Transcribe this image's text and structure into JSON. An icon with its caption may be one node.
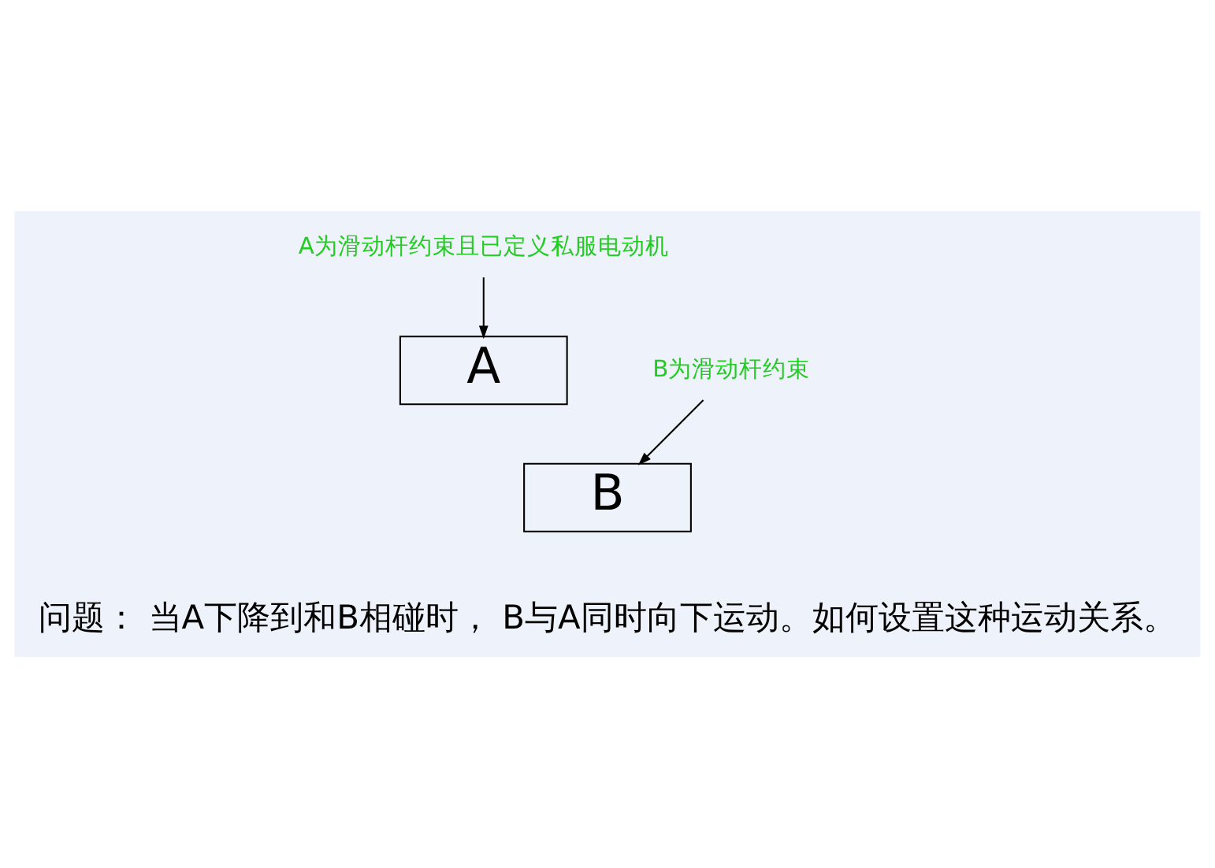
{
  "diagram": {
    "nodes": [
      {
        "text": [
          "A为滑动杆约束且已定义私服电动机"
        ]
      },
      {
        "text": [
          "A"
        ]
      },
      {
        "text": [
          "B为滑动杆约束"
        ]
      },
      {
        "text": [
          "B"
        ]
      }
    ],
    "edges": [
      {
        "from": 0,
        "to": 1,
        "arrow": "to"
      },
      {
        "from": 2,
        "to": 3,
        "arrow": "to"
      }
    ],
    "labels": [
      "问题： 当A下降到和B相碰时， B与A同时向下运动。如何设置这种运动关系。"
    ]
  }
}
